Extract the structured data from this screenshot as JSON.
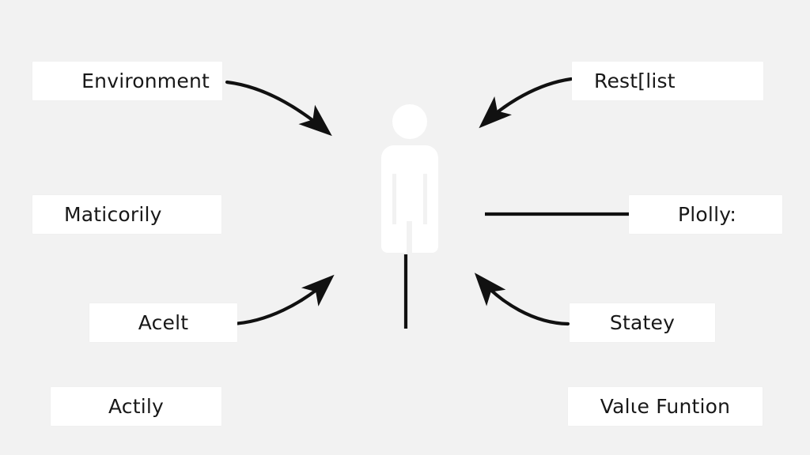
{
  "diagram": {
    "background_color": "#f2f2f2",
    "node_color": "#ffffff",
    "edge_color": "#111111",
    "center": {
      "icon": "person-figure-icon",
      "name": "agent"
    },
    "nodes": [
      {
        "id": "environment",
        "label": "Environment",
        "position": "top-left"
      },
      {
        "id": "restlist",
        "label": "Rest[list",
        "position": "top-right"
      },
      {
        "id": "maticorily",
        "label": "Maticorily",
        "position": "middle-left"
      },
      {
        "id": "plolly",
        "label": "Plolly:",
        "position": "middle-right"
      },
      {
        "id": "acelt",
        "label": "Acelt",
        "position": "lower-left"
      },
      {
        "id": "statey",
        "label": "Statey",
        "position": "lower-right"
      },
      {
        "id": "actily",
        "label": "Actily",
        "position": "bottom-left"
      },
      {
        "id": "value-function",
        "label": "Valιe Funtion",
        "position": "bottom-right"
      }
    ],
    "edges": [
      {
        "id": "environment-to-agent",
        "from": "environment",
        "to": "agent",
        "style": "curved",
        "arrowhead": "end"
      },
      {
        "id": "restlist-to-agent",
        "from": "restlist",
        "to": "agent",
        "style": "curved",
        "arrowhead": "end"
      },
      {
        "id": "plolly-to-agent",
        "from": "plolly",
        "to": "agent",
        "style": "straight-horizontal",
        "arrowhead": "none"
      },
      {
        "id": "acelt-to-agent",
        "from": "acelt",
        "to": "agent",
        "style": "curved",
        "arrowhead": "end"
      },
      {
        "id": "statey-to-agent",
        "from": "statey",
        "to": "agent",
        "style": "curved",
        "arrowhead": "end"
      },
      {
        "id": "agent-stem",
        "from": "agent",
        "to": "",
        "style": "straight-vertical",
        "arrowhead": "none"
      }
    ]
  }
}
